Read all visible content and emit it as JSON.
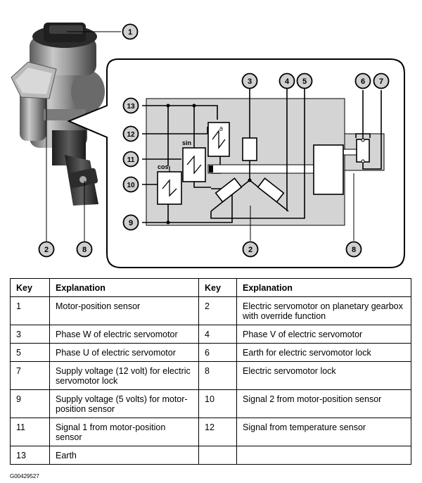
{
  "diagram": {
    "callouts": [
      "1",
      "2",
      "3",
      "4",
      "5",
      "6",
      "7",
      "8",
      "9",
      "10",
      "11",
      "12",
      "13"
    ],
    "symbols": {
      "cos": "cos",
      "sin": "sin",
      "theta": "ϑ"
    }
  },
  "table": {
    "headers": [
      "Key",
      "Explanation",
      "Key",
      "Explanation"
    ],
    "rows": [
      {
        "key1": "1",
        "exp1": "Motor-position sensor",
        "key2": "2",
        "exp2": "Electric servomotor on planetary gearbox with override function"
      },
      {
        "key1": "3",
        "exp1": "Phase W of electric servomotor",
        "key2": "4",
        "exp2": "Phase V of electric servomotor"
      },
      {
        "key1": "5",
        "exp1": "Phase U of electric servomotor",
        "key2": "6",
        "exp2": "Earth for electric servomotor lock"
      },
      {
        "key1": "7",
        "exp1": "Supply voltage (12 volt) for electric servomotor lock",
        "key2": "8",
        "exp2": "Electric servomotor lock"
      },
      {
        "key1": "9",
        "exp1": "Supply voltage (5 volts) for motor-position sensor",
        "key2": "10",
        "exp2": "Signal 2 from motor-position sensor"
      },
      {
        "key1": "11",
        "exp1": "Signal 1 from motor-position sensor",
        "key2": "12",
        "exp2": "Signal from temperature sensor"
      },
      {
        "key1": "13",
        "exp1": "Earth",
        "key2": "",
        "exp2": ""
      }
    ]
  },
  "image_code": "G00429527"
}
